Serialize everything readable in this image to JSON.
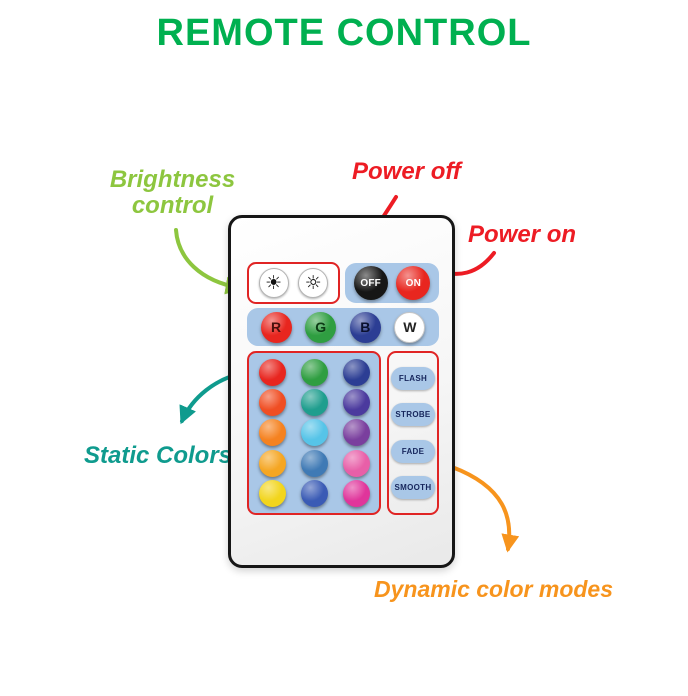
{
  "title": {
    "text": "REMOTE CONTROL",
    "color": "#00b050"
  },
  "annotations": {
    "brightness": {
      "line1": "Brightness",
      "line2": "control",
      "color": "#8dc63f"
    },
    "power_off": {
      "text": "Power off",
      "color": "#ed1c24"
    },
    "power_on": {
      "text": "Power on",
      "color": "#ed1c24"
    },
    "static_colors": {
      "text": "Static Colors",
      "color": "#0f9b8e"
    },
    "dynamic_modes": {
      "text": "Dynamic color modes",
      "color": "#f7941d"
    }
  },
  "remote": {
    "panel_color": "#a9c7e7",
    "outline_color": "#e02424",
    "buttons": {
      "brightness_up": {
        "glyph": "☀"
      },
      "brightness_down": {
        "glyph": "☼"
      },
      "off": {
        "label": "OFF",
        "bg": "#161616",
        "fg": "#ffffff"
      },
      "on": {
        "label": "ON",
        "bg": "#e8261f",
        "fg": "#ffffff"
      }
    },
    "channels": [
      {
        "label": "R",
        "bg": "#e8261f",
        "fg": "#47100c"
      },
      {
        "label": "G",
        "bg": "#2f9e41",
        "fg": "#0c3a14"
      },
      {
        "label": "B",
        "bg": "#2c3e94",
        "fg": "#0a102e"
      },
      {
        "label": "W",
        "bg": "#ffffff",
        "fg": "#222222"
      }
    ],
    "static_grid": [
      [
        "#e8261f",
        "#2f9e41",
        "#2c3e94"
      ],
      [
        "#f04e23",
        "#1f9e8e",
        "#4b3a9e"
      ],
      [
        "#f58220",
        "#56c4e8",
        "#7a3f9e"
      ],
      [
        "#f5a623",
        "#3f7ab5",
        "#e85fa8"
      ],
      [
        "#f2d51c",
        "#3a5bb5",
        "#e0359b"
      ]
    ],
    "modes": [
      "FLASH",
      "STROBE",
      "FADE",
      "SMOOTH"
    ]
  }
}
